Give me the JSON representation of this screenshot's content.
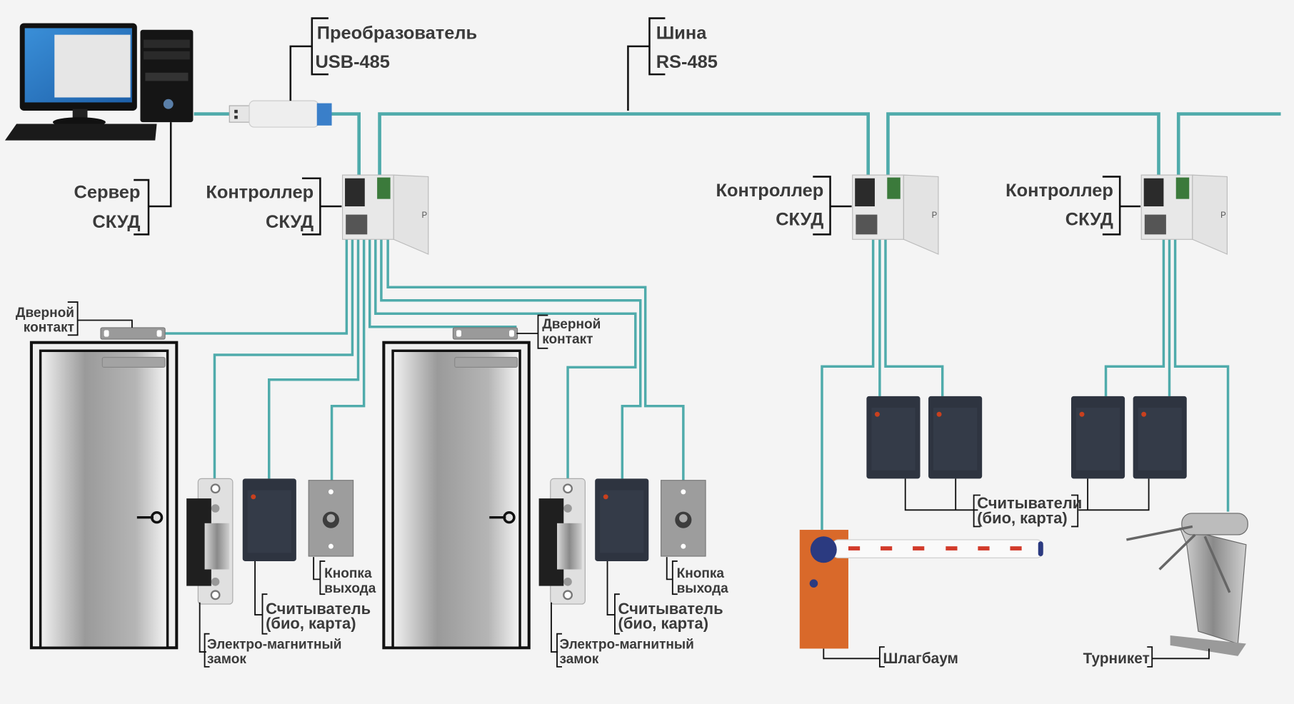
{
  "diagram": {
    "title": "Схема СКУД",
    "colors": {
      "bus": "#4fabab",
      "background": "#f4f4f4",
      "barrier": "#d9692a",
      "reader": "#2e3440"
    },
    "labels": {
      "server": [
        "Сервер",
        "СКУД"
      ],
      "converter": [
        "Преобразователь",
        "USB-485"
      ],
      "bus": [
        "Шина",
        "RS-485"
      ],
      "controller_1": [
        "Контроллер",
        "СКУД"
      ],
      "controller_2": [
        "Контроллер",
        "СКУД"
      ],
      "controller_3": [
        "Контроллер",
        "СКУД"
      ],
      "door_contact_1": [
        "Дверной",
        "контакт"
      ],
      "door_contact_2": [
        "Дверной",
        "контакт"
      ],
      "lock_1": [
        "Электро-магнитный",
        "замок"
      ],
      "lock_2": [
        "Электро-магнитный",
        "замок"
      ],
      "reader_1": [
        "Считыватель",
        "(био, карта)"
      ],
      "reader_2": [
        "Считыватель",
        "(био, карта)"
      ],
      "exit_button_1": [
        "Кнопка",
        "выхода"
      ],
      "exit_button_2": [
        "Кнопка",
        "выхода"
      ],
      "readers_group": [
        "Считыватели",
        "(био, карта)"
      ],
      "barrier": "Шлагбаум",
      "turnstile": "Турникет"
    },
    "nodes": [
      {
        "id": "server",
        "type": "computer"
      },
      {
        "id": "converter",
        "type": "usb-rs485-converter"
      },
      {
        "id": "controller_1",
        "type": "controller"
      },
      {
        "id": "controller_2",
        "type": "controller"
      },
      {
        "id": "controller_3",
        "type": "controller"
      },
      {
        "id": "door_1",
        "type": "door"
      },
      {
        "id": "door_2",
        "type": "door"
      },
      {
        "id": "barrier",
        "type": "barrier"
      },
      {
        "id": "turnstile",
        "type": "turnstile"
      }
    ],
    "edges": [
      [
        "server",
        "converter"
      ],
      [
        "converter",
        "controller_1"
      ],
      [
        "controller_1",
        "controller_2"
      ],
      [
        "controller_2",
        "controller_3"
      ],
      [
        "controller_1",
        "door_contact_1"
      ],
      [
        "controller_1",
        "lock_1"
      ],
      [
        "controller_1",
        "reader_1"
      ],
      [
        "controller_1",
        "exit_button_1"
      ],
      [
        "controller_1",
        "door_contact_2"
      ],
      [
        "controller_1",
        "lock_2"
      ],
      [
        "controller_1",
        "reader_2"
      ],
      [
        "controller_1",
        "exit_button_2"
      ],
      [
        "controller_2",
        "barrier"
      ],
      [
        "controller_2",
        "readers_group_a"
      ],
      [
        "controller_3",
        "turnstile"
      ],
      [
        "controller_3",
        "readers_group_b"
      ]
    ]
  }
}
